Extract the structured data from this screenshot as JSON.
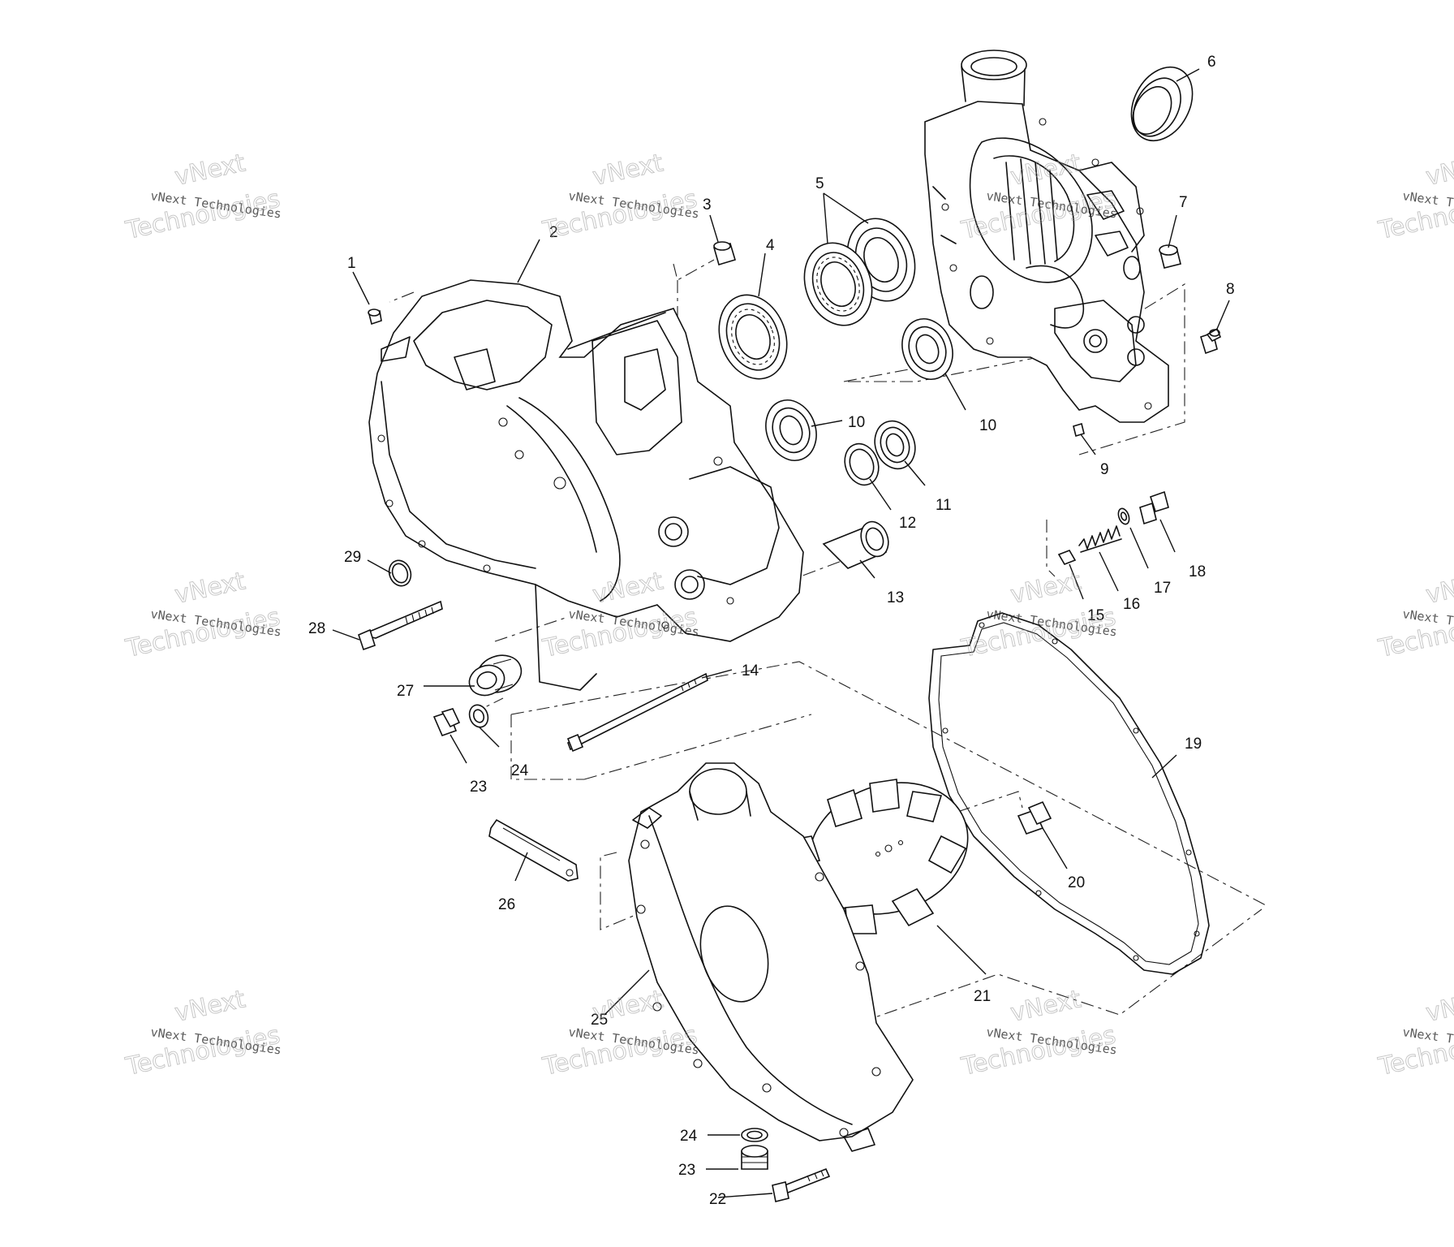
{
  "watermark": {
    "line1": "vNext",
    "line2": "vNext Technologies",
    "line3": "Technologies"
  },
  "callouts": {
    "c1": "1",
    "c2": "2",
    "c3": "3",
    "c4": "4",
    "c5": "5",
    "c6": "6",
    "c7": "7",
    "c8": "8",
    "c9": "9",
    "c10a": "10",
    "c10b": "10",
    "c11": "11",
    "c12": "12",
    "c13": "13",
    "c14": "14",
    "c15": "15",
    "c16": "16",
    "c17": "17",
    "c18": "18",
    "c19": "19",
    "c20": "20",
    "c21": "21",
    "c22": "22",
    "c23a": "23",
    "c23b": "23",
    "c24a": "24",
    "c24b": "24",
    "c25": "25",
    "c26": "26",
    "c27": "27",
    "c28": "28",
    "c29": "29"
  }
}
